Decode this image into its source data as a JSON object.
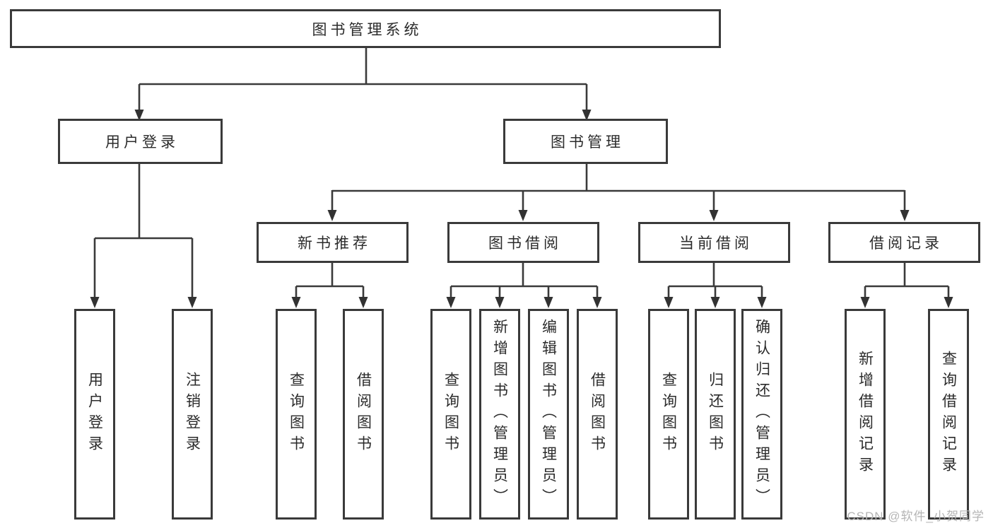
{
  "diagram": {
    "root": {
      "label": "图书管理系统"
    },
    "level2": [
      {
        "label": "用户登录"
      },
      {
        "label": "图书管理"
      }
    ],
    "level3": [
      {
        "label": "新书推荐"
      },
      {
        "label": "图书借阅"
      },
      {
        "label": "当前借阅"
      },
      {
        "label": "借阅记录"
      }
    ],
    "leaves": {
      "user_login": [
        "用户登录",
        "注销登录"
      ],
      "new_books": [
        "查询图书",
        "借阅图书"
      ],
      "borrowing": [
        "查询图书",
        "新增图书（管理员）",
        "编辑图书（管理员）",
        "借阅图书"
      ],
      "current": [
        "查询图书",
        "归还图书",
        "确认归还（管理员）"
      ],
      "records": [
        "新增借阅记录",
        "查询借阅记录"
      ]
    },
    "colors": {
      "line": "#3a3a3a",
      "text": "#2b2b2b",
      "watermark": "#b5b5b5",
      "background": "#ffffff"
    },
    "watermark": "CSDN @软件_小贺同学"
  }
}
